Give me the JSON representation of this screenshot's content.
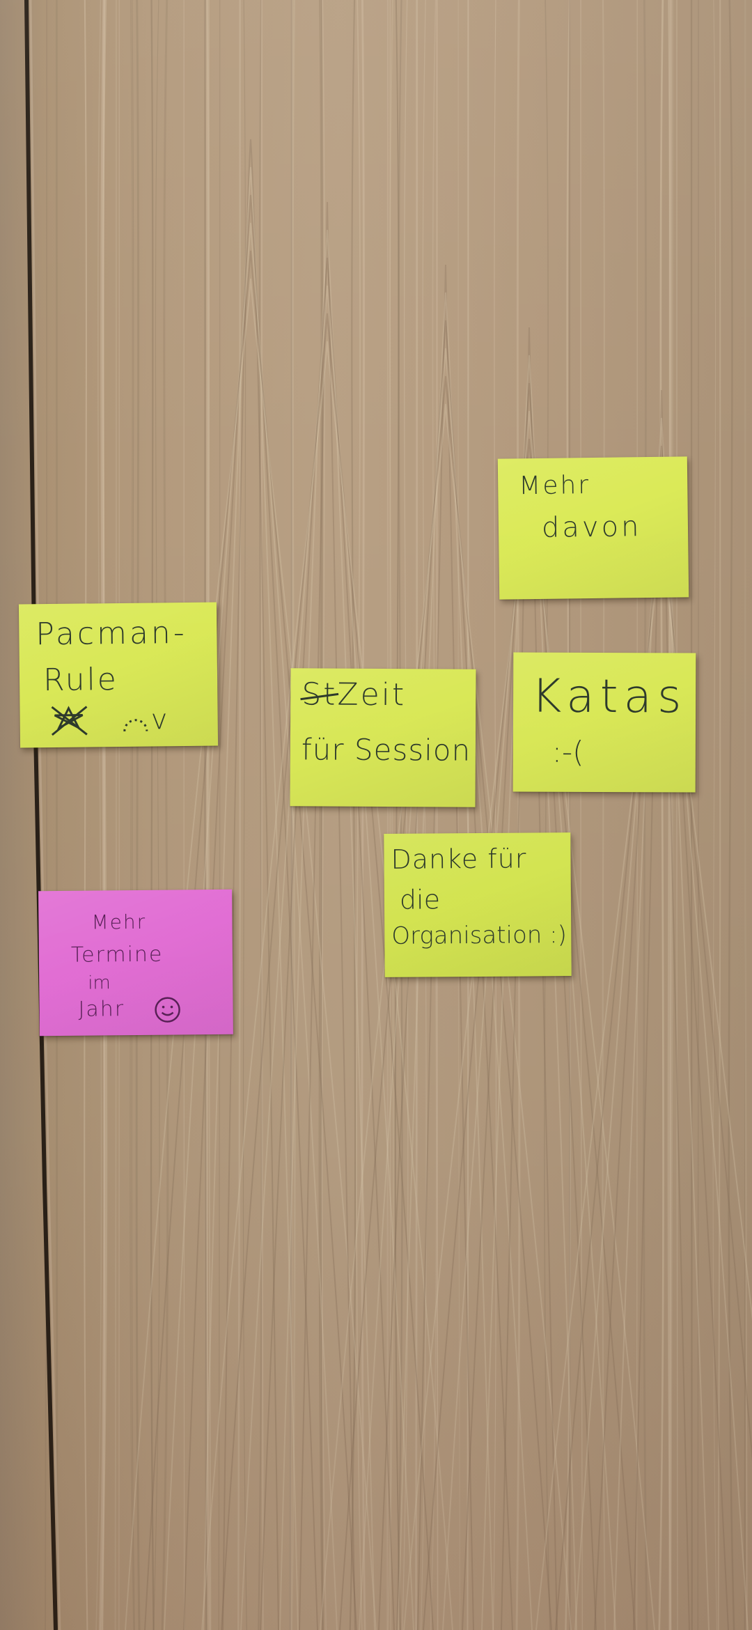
{
  "notes": [
    {
      "id": "pacman-rule",
      "lines": [
        "Pacman-",
        "Rule"
      ],
      "mark": "v"
    },
    {
      "id": "mehr-davon",
      "lines": [
        "Mehr",
        "davon"
      ]
    },
    {
      "id": "zeit-fuer-session",
      "struck": "St",
      "lines": [
        "Zeit",
        "für Session"
      ]
    },
    {
      "id": "katas",
      "lines": [
        "Katas",
        ":-("
      ]
    },
    {
      "id": "danke",
      "lines": [
        "Danke für",
        "die",
        "Organisation :)"
      ]
    },
    {
      "id": "mehr-termine",
      "lines": [
        "Mehr",
        "Termine",
        "im",
        "Jahr"
      ]
    }
  ],
  "colors": {
    "wood": "#b39a7d",
    "sticky_yellow": "#dbea58",
    "sticky_pink": "#e670d8",
    "ink": "#2e3b2c",
    "ink_pink": "#5a2158"
  }
}
